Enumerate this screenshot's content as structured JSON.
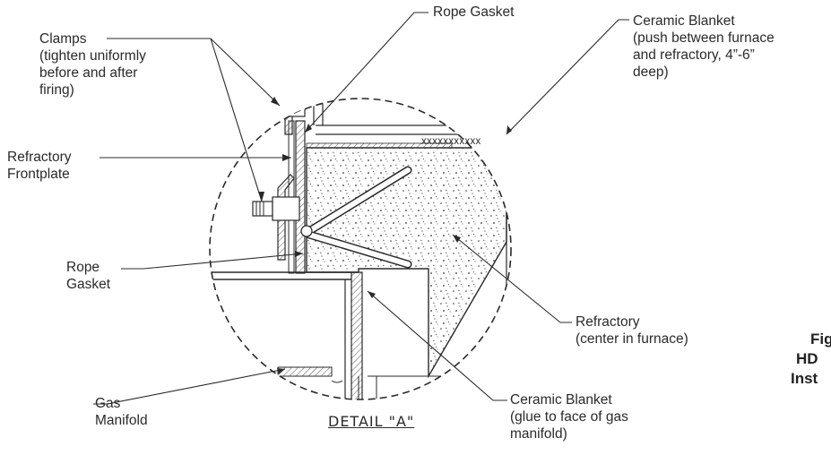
{
  "labels": {
    "rope_gasket_top": [
      "Rope Gasket"
    ],
    "ceramic_blanket_top": [
      "Ceramic Blanket",
      "(push between furnace",
      "and refractory, 4”-6”",
      "deep)"
    ],
    "clamps": [
      "Clamps",
      "(tighten uniformly",
      "before and after",
      "firing)"
    ],
    "refractory_frontplate": [
      "Refractory",
      "Frontplate"
    ],
    "rope_gasket_bottom": [
      "Rope",
      "Gasket"
    ],
    "refractory": [
      "Refractory",
      "(center in furnace)"
    ],
    "gas_manifold": [
      "Gas",
      "Manifold"
    ],
    "ceramic_blanket_bottom": [
      "Ceramic Blanket",
      "(glue to face of gas",
      "manifold)"
    ],
    "blanket_marks": "xxxxxxxxxxx"
  },
  "detail_caption": "DETAIL \"A\"",
  "side_caption": [
    "Fig",
    "HD",
    "Inst"
  ],
  "colors": {
    "line": "#2a2a2a",
    "fill_refractory": "#f4f4f4",
    "hatch": "#555555"
  }
}
